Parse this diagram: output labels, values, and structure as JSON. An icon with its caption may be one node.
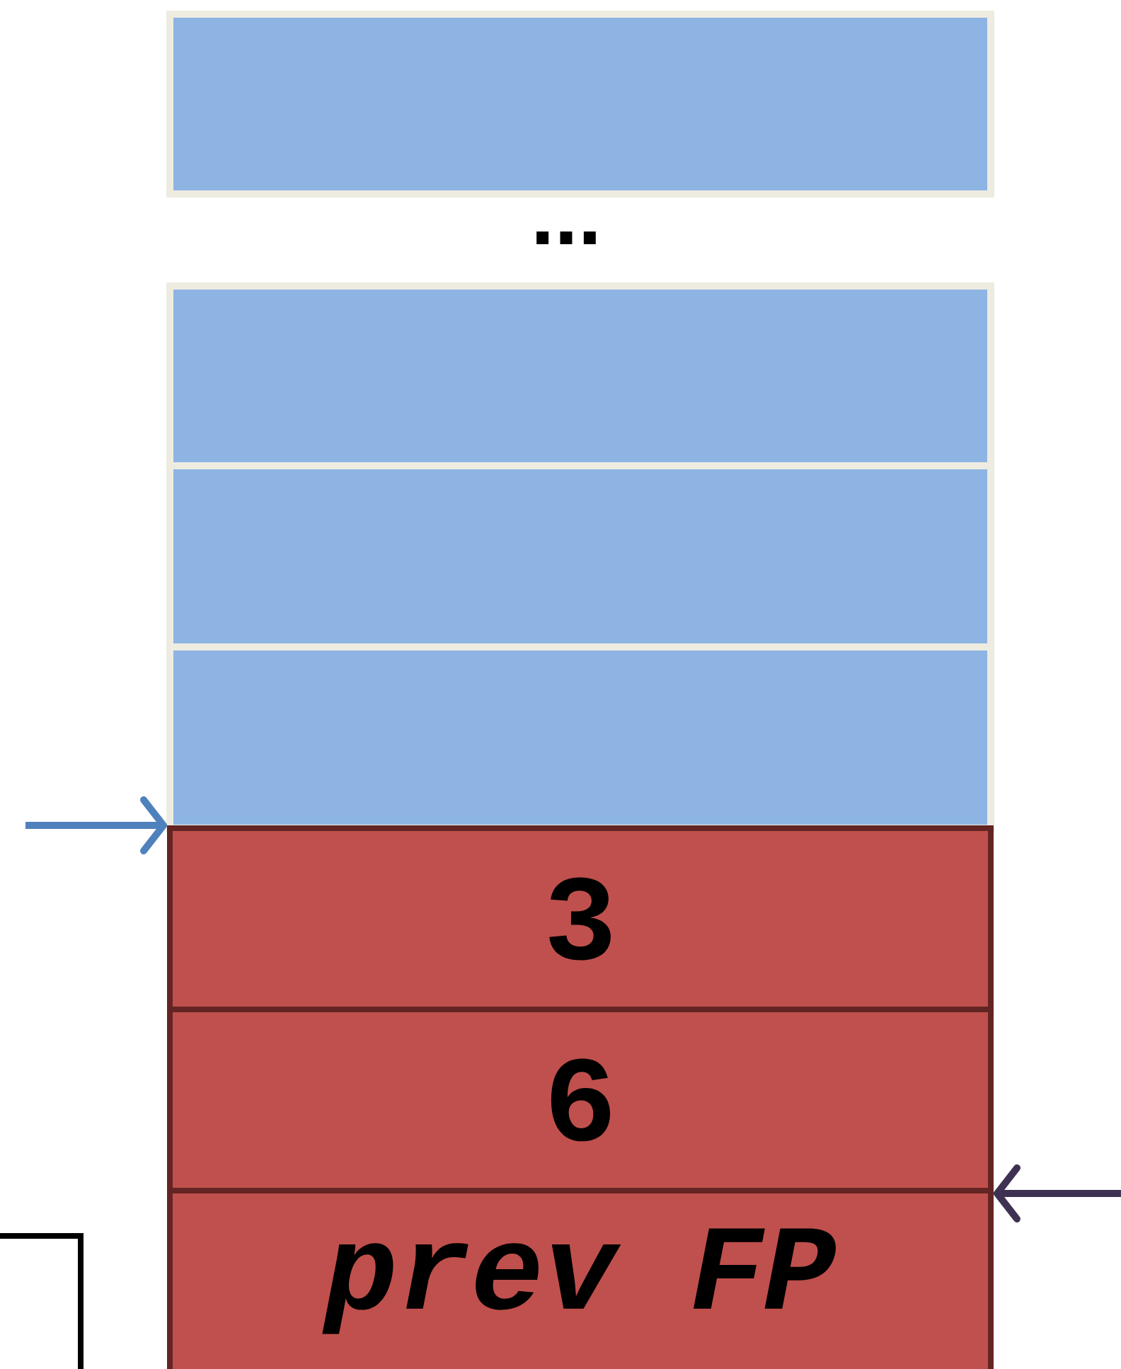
{
  "diagram": {
    "nodes": [
      {
        "text": [],
        "shape": "box"
      },
      {
        "text": [],
        "shape": "box"
      },
      {
        "text": [],
        "shape": "box"
      },
      {
        "text": [],
        "shape": "box"
      },
      {
        "text": [
          "3"
        ]
      },
      {
        "text": [
          "6"
        ]
      },
      {
        "text": [
          "prev FP"
        ]
      },
      {
        "text": [],
        "shape": "box"
      }
    ],
    "edges": [
      {
        "from": null,
        "to": 4,
        "arrow": "to",
        "color": "#4f81bd"
      },
      {
        "from": null,
        "to": 5,
        "arrow": "to",
        "color": "#3f3151"
      }
    ],
    "labels": [
      "..."
    ]
  }
}
